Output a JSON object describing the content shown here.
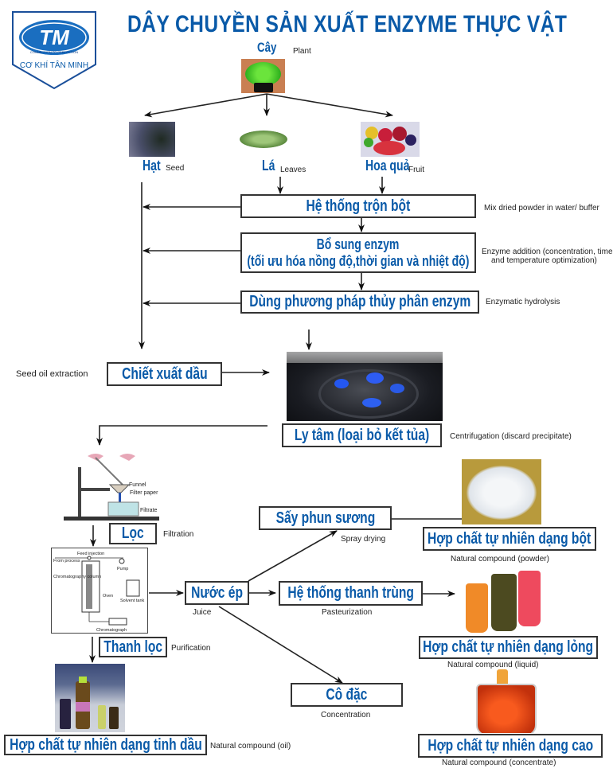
{
  "header": {
    "title": "DÂY CHUYỀN SẢN XUẤT ENZYME THỰC VẬT",
    "logo": {
      "initials": "TM",
      "company": "CƠ KHÍ TÂN MINH",
      "tagline": "CONNECTION TO PERFECTION",
      "icon": "company-logo-shield"
    }
  },
  "colors": {
    "accent": "#0a5aa8",
    "box_border": "#333333",
    "text": "#222222"
  },
  "nodes": {
    "plant": {
      "vn": "Cây",
      "en": "Plant",
      "image": "plant-photo"
    },
    "seed": {
      "vn": "Hạt",
      "en": "Seed",
      "image": "seed-photo"
    },
    "leaves": {
      "vn": "Lá",
      "en": "Leaves",
      "image": "leaves-photo"
    },
    "fruit": {
      "vn": "Hoa quả",
      "en": "Fruit",
      "image": "fruit-photo"
    },
    "mix": {
      "vn": "Hệ thống trộn bột",
      "en": "Mix dried powder in water/ buffer"
    },
    "enzyme_addition": {
      "vn_line1": "Bổ sung enzym",
      "vn_line2": "(tối ưu hóa nồng độ,thời gian và nhiệt độ)",
      "en_line1": "Enzyme addition (concentration, time",
      "en_line2": "and temperature optimization)"
    },
    "hydrolysis": {
      "vn": "Dùng phương pháp thủy phân enzym",
      "en": "Enzymatic hydrolysis"
    },
    "oil_extraction": {
      "vn": "Chiết xuất dầu",
      "en": "Seed oil extraction"
    },
    "centrifugation": {
      "vn": "Ly tâm (loại bỏ kết tủa)",
      "en": "Centrifugation (discard precipitate)",
      "image": "centrifuge-photo"
    },
    "filtration": {
      "vn": "Lọc",
      "en": "Filtration",
      "image": "filtration-apparatus",
      "labels": [
        "Funnel",
        "Filter paper",
        "Filtrate"
      ]
    },
    "chromatography": {
      "labels": [
        "Feed injection",
        "From process",
        "Pump",
        "Chromatography column",
        "Oven",
        "Solvent tank",
        "Chromatograph"
      ]
    },
    "purification": {
      "vn": "Thanh lọc",
      "en": "Purification"
    },
    "juice": {
      "vn": "Nước ép",
      "en": "Juice"
    },
    "spray_drying": {
      "vn": "Sấy phun sương",
      "en": "Spray drying"
    },
    "pasteurization": {
      "vn": "Hệ thống thanh trùng",
      "en": "Pasteurization"
    },
    "concentration": {
      "vn": "Cô đặc",
      "en": "Concentration"
    },
    "powder": {
      "vn": "Hợp chất tự nhiên dạng bột",
      "en": "Natural compound (powder)",
      "image": "powder-photo"
    },
    "liquid": {
      "vn": "Hợp chất tự nhiên dạng lỏng",
      "en": "Natural compound (liquid)",
      "image": "liquid-jugs-photo"
    },
    "concentrate": {
      "vn": "Hợp chất tự nhiên dạng cao",
      "en": "Natural compound (concentrate)",
      "image": "concentrate-beaker-photo"
    },
    "oil": {
      "vn": "Hợp chất tự nhiên dạng tinh dầu",
      "en": "Natural compound (oil)",
      "image": "oil-bottles-photo"
    }
  }
}
